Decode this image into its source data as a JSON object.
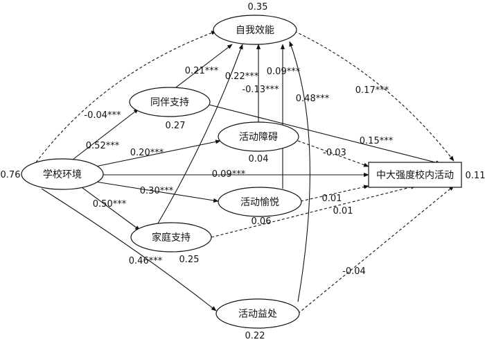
{
  "nodes": {
    "self_efficacy": {
      "label": "自我效能",
      "r2": "0.35"
    },
    "peer_support": {
      "label": "同伴支持",
      "r2": "0.27"
    },
    "activity_barrier": {
      "label": "活动障碍",
      "r2": "0.04"
    },
    "school_env": {
      "label": "学校环境",
      "r2": "0.76"
    },
    "activity_enjoy": {
      "label": "活动愉悦",
      "r2": "0.06"
    },
    "family_support": {
      "label": "家庭支持",
      "r2": "0.25"
    },
    "activity_benefit": {
      "label": "活动益处",
      "r2": "0.22"
    },
    "mvpa_school": {
      "label": "中大强度校内活动",
      "r2": "0.11"
    }
  },
  "paths": {
    "se_to_self_eff": "-0.04***",
    "se_to_peer": "0.52***",
    "se_to_barrier": "0.20***",
    "se_to_mvpa": "0.09***",
    "se_to_enjoy": "0.30***",
    "se_to_family": "0.50***",
    "se_to_benefit": "0.46***",
    "peer_to_self_eff": "0.21***",
    "peer_to_mvpa": "0.15***",
    "family_to_self_eff": "0.22***",
    "barrier_to_self_eff": "-0.13***",
    "enjoy_to_self_eff": "0.09***",
    "benefit_to_self_eff": "0.48***",
    "self_eff_to_mvpa": "0.17***",
    "barrier_to_mvpa": "-0.03",
    "enjoy_to_mvpa": "0.01",
    "family_to_mvpa": "0.01",
    "benefit_to_mvpa": "-0.04"
  }
}
